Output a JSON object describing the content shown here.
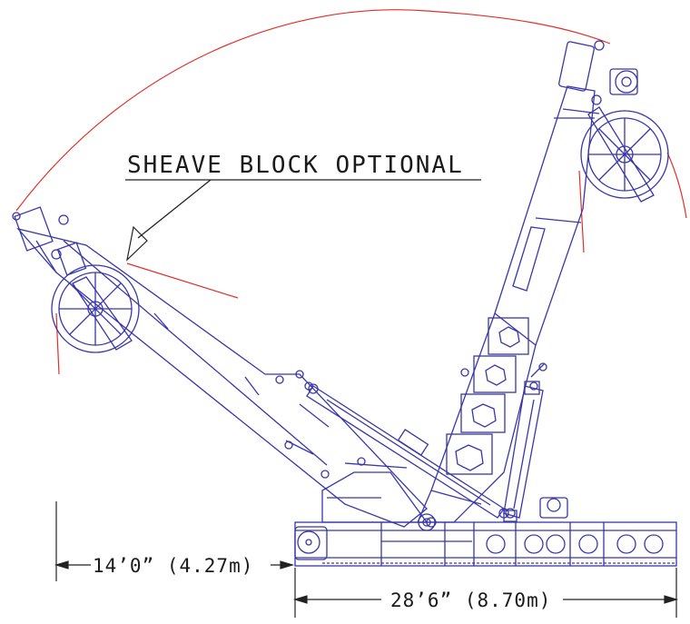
{
  "annotations": {
    "sheave_note": "SHEAVE BLOCK OPTIONAL",
    "dim_left": "14’0” (4.27m)",
    "dim_bottom": "28’6” (8.70m)"
  },
  "colors": {
    "structure": "#3a36a8",
    "arc": "#e0302a",
    "dimension": "#222222",
    "background": "#ffffff"
  }
}
